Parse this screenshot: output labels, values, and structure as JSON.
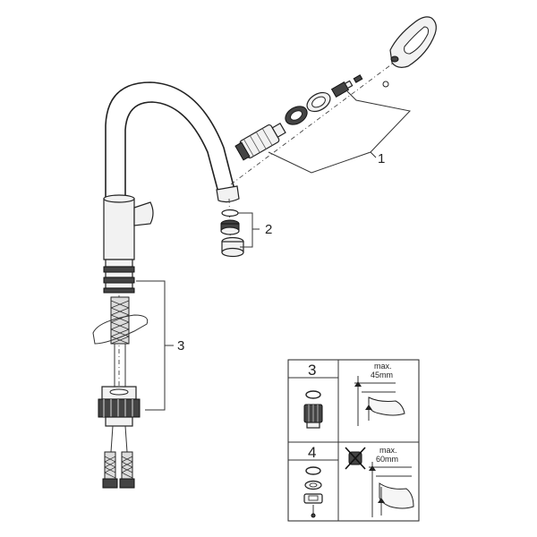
{
  "callouts": {
    "c1": "1",
    "c2": "2",
    "c3": "3"
  },
  "inset": {
    "panel3_number": "3",
    "panel4_number": "4",
    "panel3_depth_label": "max.",
    "panel3_depth_value": "45mm",
    "panel4_depth_label": "max.",
    "panel4_depth_value": "60mm"
  }
}
